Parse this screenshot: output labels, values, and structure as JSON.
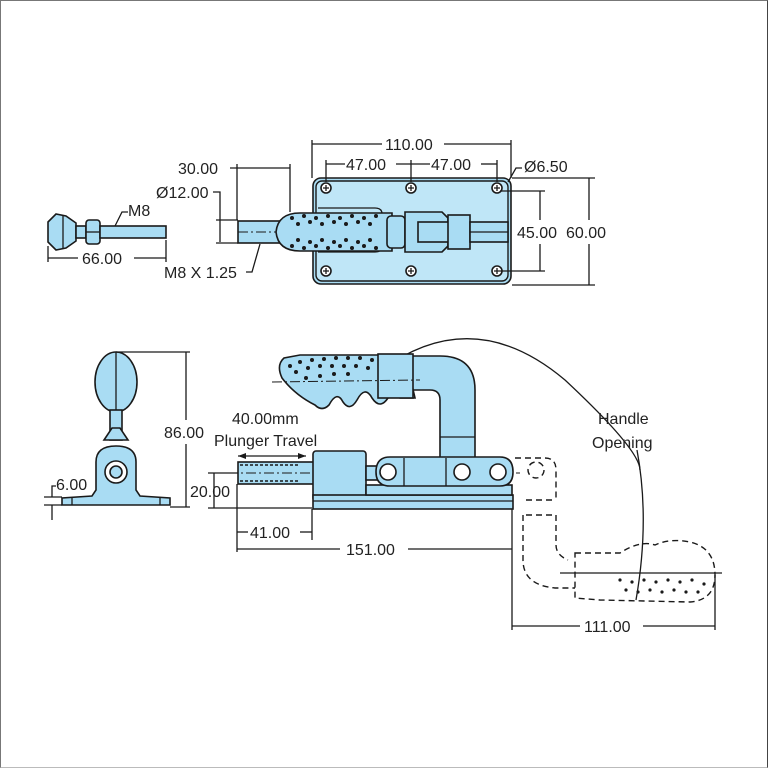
{
  "drawing": {
    "subject": "Push-pull toggle clamp technical drawing",
    "fill_color": "#a9dcf3",
    "line_color": "#1a1a1a",
    "views": {
      "top_view": {
        "dimensions": {
          "overall_length": "110.00",
          "hole_spacing_left": "47.00",
          "hole_spacing_right": "47.00",
          "hole_diameter": "Ø6.50",
          "hole_spacing_vertical": "45.00",
          "overall_width": "60.00",
          "plunger_extension": "30.00",
          "plunger_diameter": "Ø12.00",
          "thread": "M8 X 1.25"
        }
      },
      "spindle": {
        "dimensions": {
          "thread_label": "M8",
          "length": "66.00"
        }
      },
      "end_view": {
        "dimensions": {
          "height": "86.00",
          "base_thickness": "6.00"
        }
      },
      "side_view": {
        "dimensions": {
          "plunger_height": "20.00",
          "plunger_offset": "41.00",
          "overall_length": "151.00",
          "handle_opening_reach": "111.00"
        },
        "annotations": {
          "travel_value": "40.00mm",
          "travel_label": "Plunger Travel",
          "handle_opening_line1": "Handle",
          "handle_opening_line2": "Opening"
        }
      }
    }
  }
}
